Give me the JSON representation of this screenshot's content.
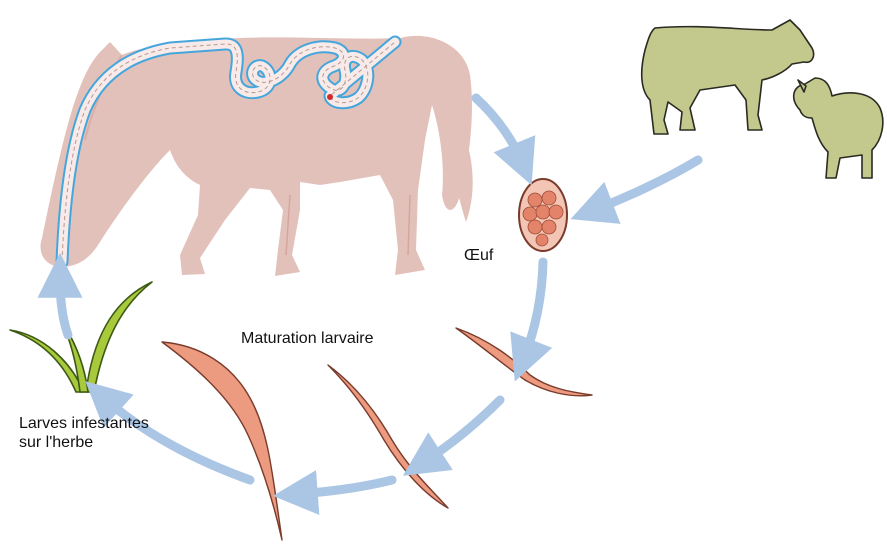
{
  "labels": {
    "egg": "Œuf",
    "maturation": "Maturation larvaire",
    "infective_line1": "Larves infestantes",
    "infective_line2": "sur l'herbe"
  },
  "colors": {
    "horse": "#e3c1bb",
    "gut_wall": "#45a6dc",
    "gut_lumen": "#f7eae8",
    "cattle": "#c3c98c",
    "outline": "#2a2a22",
    "arrow": "#aac6e4",
    "larva": "#ec9a80",
    "larva_outline": "#7a3b2b",
    "egg_fill": "#f3c5b5",
    "egg_cells": "#e2836a",
    "grass": "#a9c93c",
    "grass_dark": "#3c5a14"
  }
}
